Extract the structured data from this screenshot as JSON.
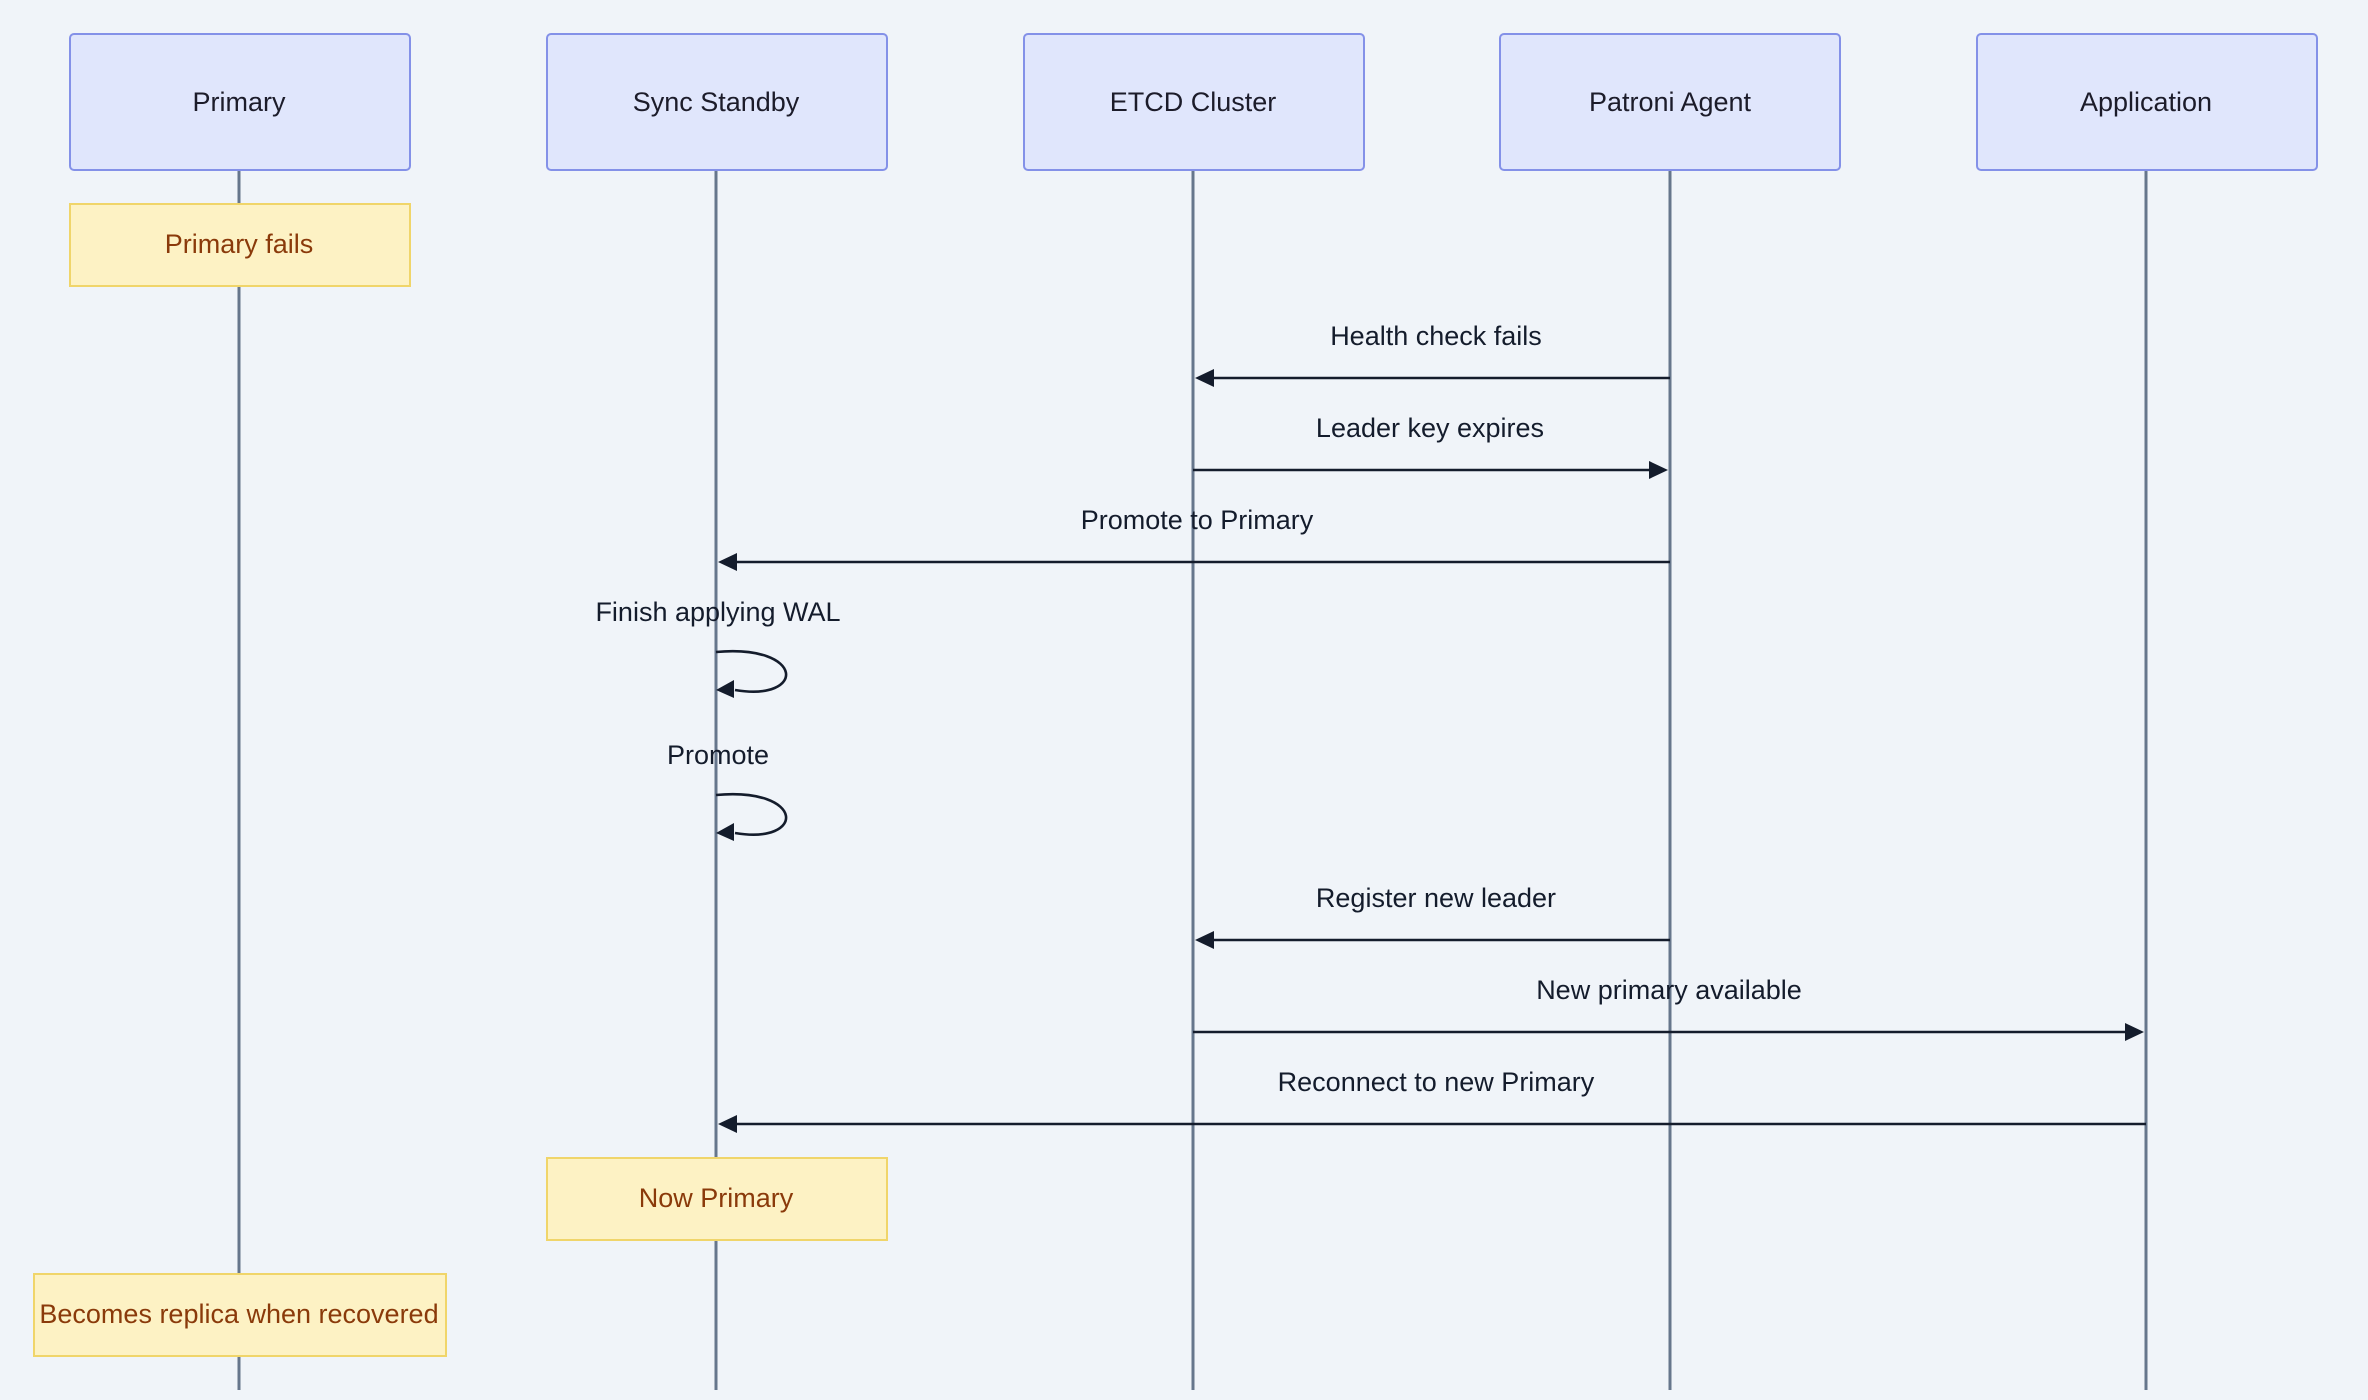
{
  "actors": [
    {
      "id": "primary",
      "label": "Primary"
    },
    {
      "id": "sync_standby",
      "label": "Sync Standby"
    },
    {
      "id": "etcd",
      "label": "ETCD Cluster"
    },
    {
      "id": "patroni",
      "label": "Patroni Agent"
    },
    {
      "id": "application",
      "label": "Application"
    }
  ],
  "notes": [
    {
      "over": "primary",
      "text": "Primary fails"
    },
    {
      "over": "sync_standby",
      "text": "Now Primary"
    },
    {
      "over": "primary",
      "text": "Becomes replica when recovered"
    }
  ],
  "messages": [
    {
      "from": "patroni",
      "to": "etcd",
      "text": "Health check fails"
    },
    {
      "from": "etcd",
      "to": "patroni",
      "text": "Leader key expires"
    },
    {
      "from": "patroni",
      "to": "sync_standby",
      "text": "Promote to Primary"
    },
    {
      "from": "sync_standby",
      "to": "sync_standby",
      "text": "Finish applying WAL"
    },
    {
      "from": "sync_standby",
      "to": "sync_standby",
      "text": "Promote"
    },
    {
      "from": "patroni",
      "to": "etcd",
      "text": "Register new leader"
    },
    {
      "from": "etcd",
      "to": "application",
      "text": "New primary available"
    },
    {
      "from": "application",
      "to": "sync_standby",
      "text": "Reconnect to new Primary"
    }
  ]
}
